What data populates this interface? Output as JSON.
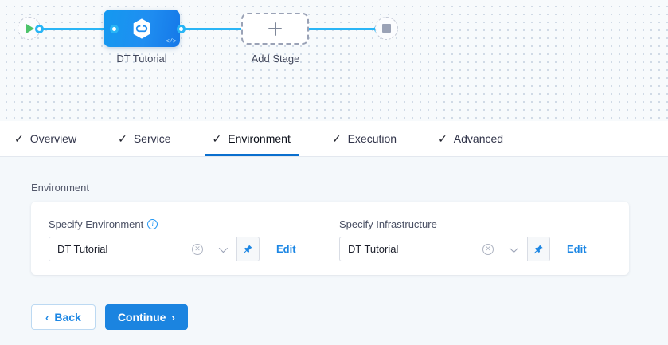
{
  "pipeline": {
    "start_node": {
      "name": "start-node",
      "icon": "play-icon"
    },
    "end_node": {
      "name": "end-node",
      "icon": "stop-icon"
    },
    "stage": {
      "label": "DT Tutorial",
      "icon": "harness-hexagon-icon",
      "badge": "</>"
    },
    "add_stage": {
      "label": "Add Stage",
      "icon": "plus-icon"
    },
    "edge_color": "#29b5f6",
    "stage_color": "#1f8ef1"
  },
  "tabs": [
    {
      "label": "Overview",
      "check": "✓",
      "active": false
    },
    {
      "label": "Service",
      "check": "✓",
      "active": false
    },
    {
      "label": "Environment",
      "check": "✓",
      "active": true
    },
    {
      "label": "Execution",
      "check": "✓",
      "active": false
    },
    {
      "label": "Advanced",
      "check": "✓",
      "active": false
    }
  ],
  "content": {
    "section_title": "Environment",
    "fields": {
      "environment": {
        "label": "Specify Environment",
        "info_glyph": "i",
        "value": "DT Tutorial",
        "clear_glyph": "✕",
        "edit_label": "Edit",
        "pin_icon": "pin-icon"
      },
      "infrastructure": {
        "label": "Specify Infrastructure",
        "value": "DT Tutorial",
        "clear_glyph": "✕",
        "edit_label": "Edit",
        "pin_icon": "pin-icon"
      }
    },
    "buttons": {
      "back": {
        "label": "Back",
        "caret": "‹"
      },
      "continue": {
        "label": "Continue",
        "caret": "›"
      }
    }
  },
  "colors": {
    "accent": "#1b84e0",
    "link": "#1d87e4",
    "edge": "#29b5f6",
    "canvas_bg": "#f7fafc",
    "content_bg": "#f4f8fb"
  }
}
